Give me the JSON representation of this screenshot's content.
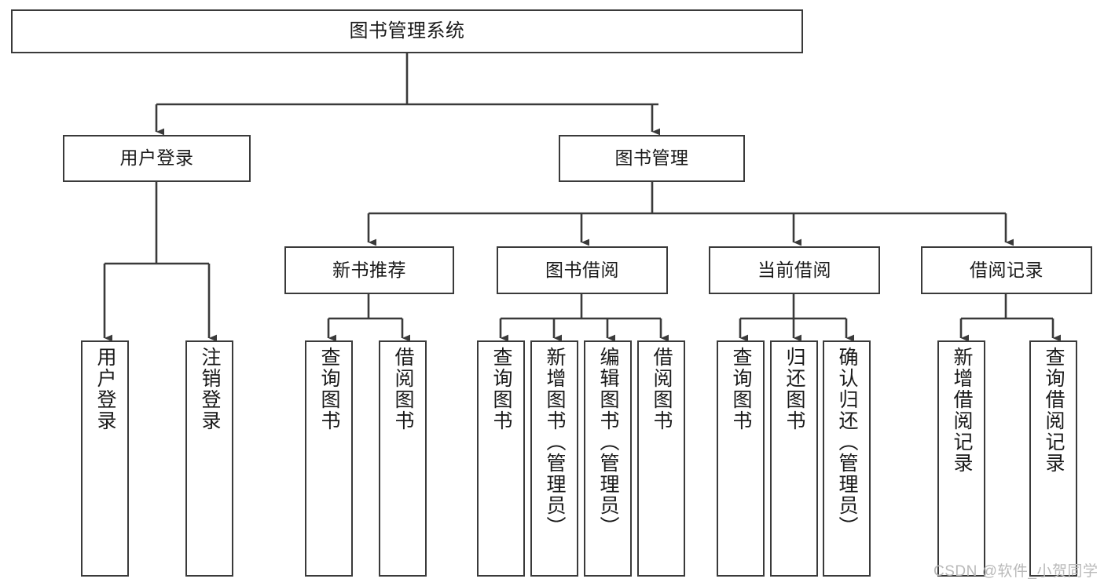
{
  "diagram": {
    "title": "图书管理系统",
    "type": "tree-hierarchy",
    "watermark": "CSDN @软件_小贺同学",
    "colors": {
      "box_border": "#3a3a3a",
      "box_fill": "#ffffff",
      "edge": "#3a3a3a",
      "text": "#1a1a1a",
      "watermark": "#b9b9b9"
    },
    "nodes": {
      "root": {
        "label": "图书管理系统"
      },
      "level1": [
        {
          "label": "用户登录"
        },
        {
          "label": "图书管理"
        }
      ],
      "level2": [
        {
          "label": "新书推荐"
        },
        {
          "label": "图书借阅"
        },
        {
          "label": "当前借阅"
        },
        {
          "label": "借阅记录"
        }
      ],
      "leaves": {
        "user_login": [
          {
            "label": "用户登录"
          },
          {
            "label": "注销登录"
          }
        ],
        "new_book": [
          {
            "label": "查询图书"
          },
          {
            "label": "借阅图书"
          }
        ],
        "book_borrow": [
          {
            "label": "查询图书"
          },
          {
            "label": "新增图书（管理员）"
          },
          {
            "label": "编辑图书（管理员）"
          },
          {
            "label": "借阅图书"
          }
        ],
        "current_borrow": [
          {
            "label": "查询图书"
          },
          {
            "label": "归还图书"
          },
          {
            "label": "确认归还（管理员）"
          }
        ],
        "borrow_record": [
          {
            "label": "新增借阅记录"
          },
          {
            "label": "查询借阅记录"
          }
        ]
      }
    }
  }
}
